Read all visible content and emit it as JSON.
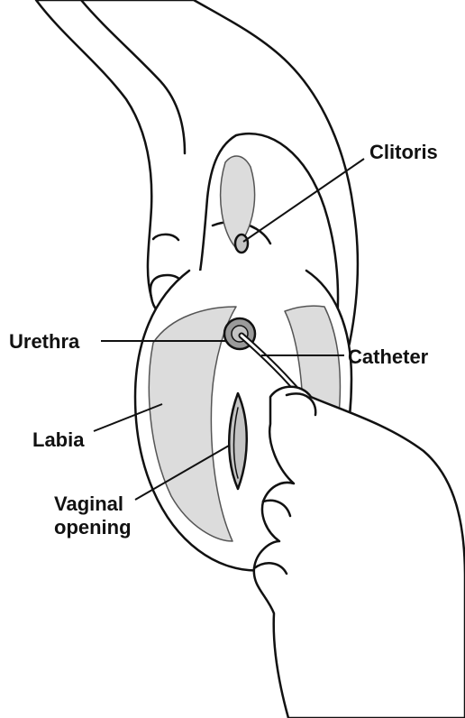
{
  "labels": {
    "clitoris": "Clitoris",
    "urethra": "Urethra",
    "catheter": "Catheter",
    "labia": "Labia",
    "vaginal_line1": "Vaginal",
    "vaginal_line2": "opening"
  },
  "colors": {
    "outline": "#111111",
    "skin": "#ffffff",
    "tissue_shade": "#dcdcdc",
    "tissue_mid": "#c4c4c4",
    "opening": "#9a9a9a"
  }
}
